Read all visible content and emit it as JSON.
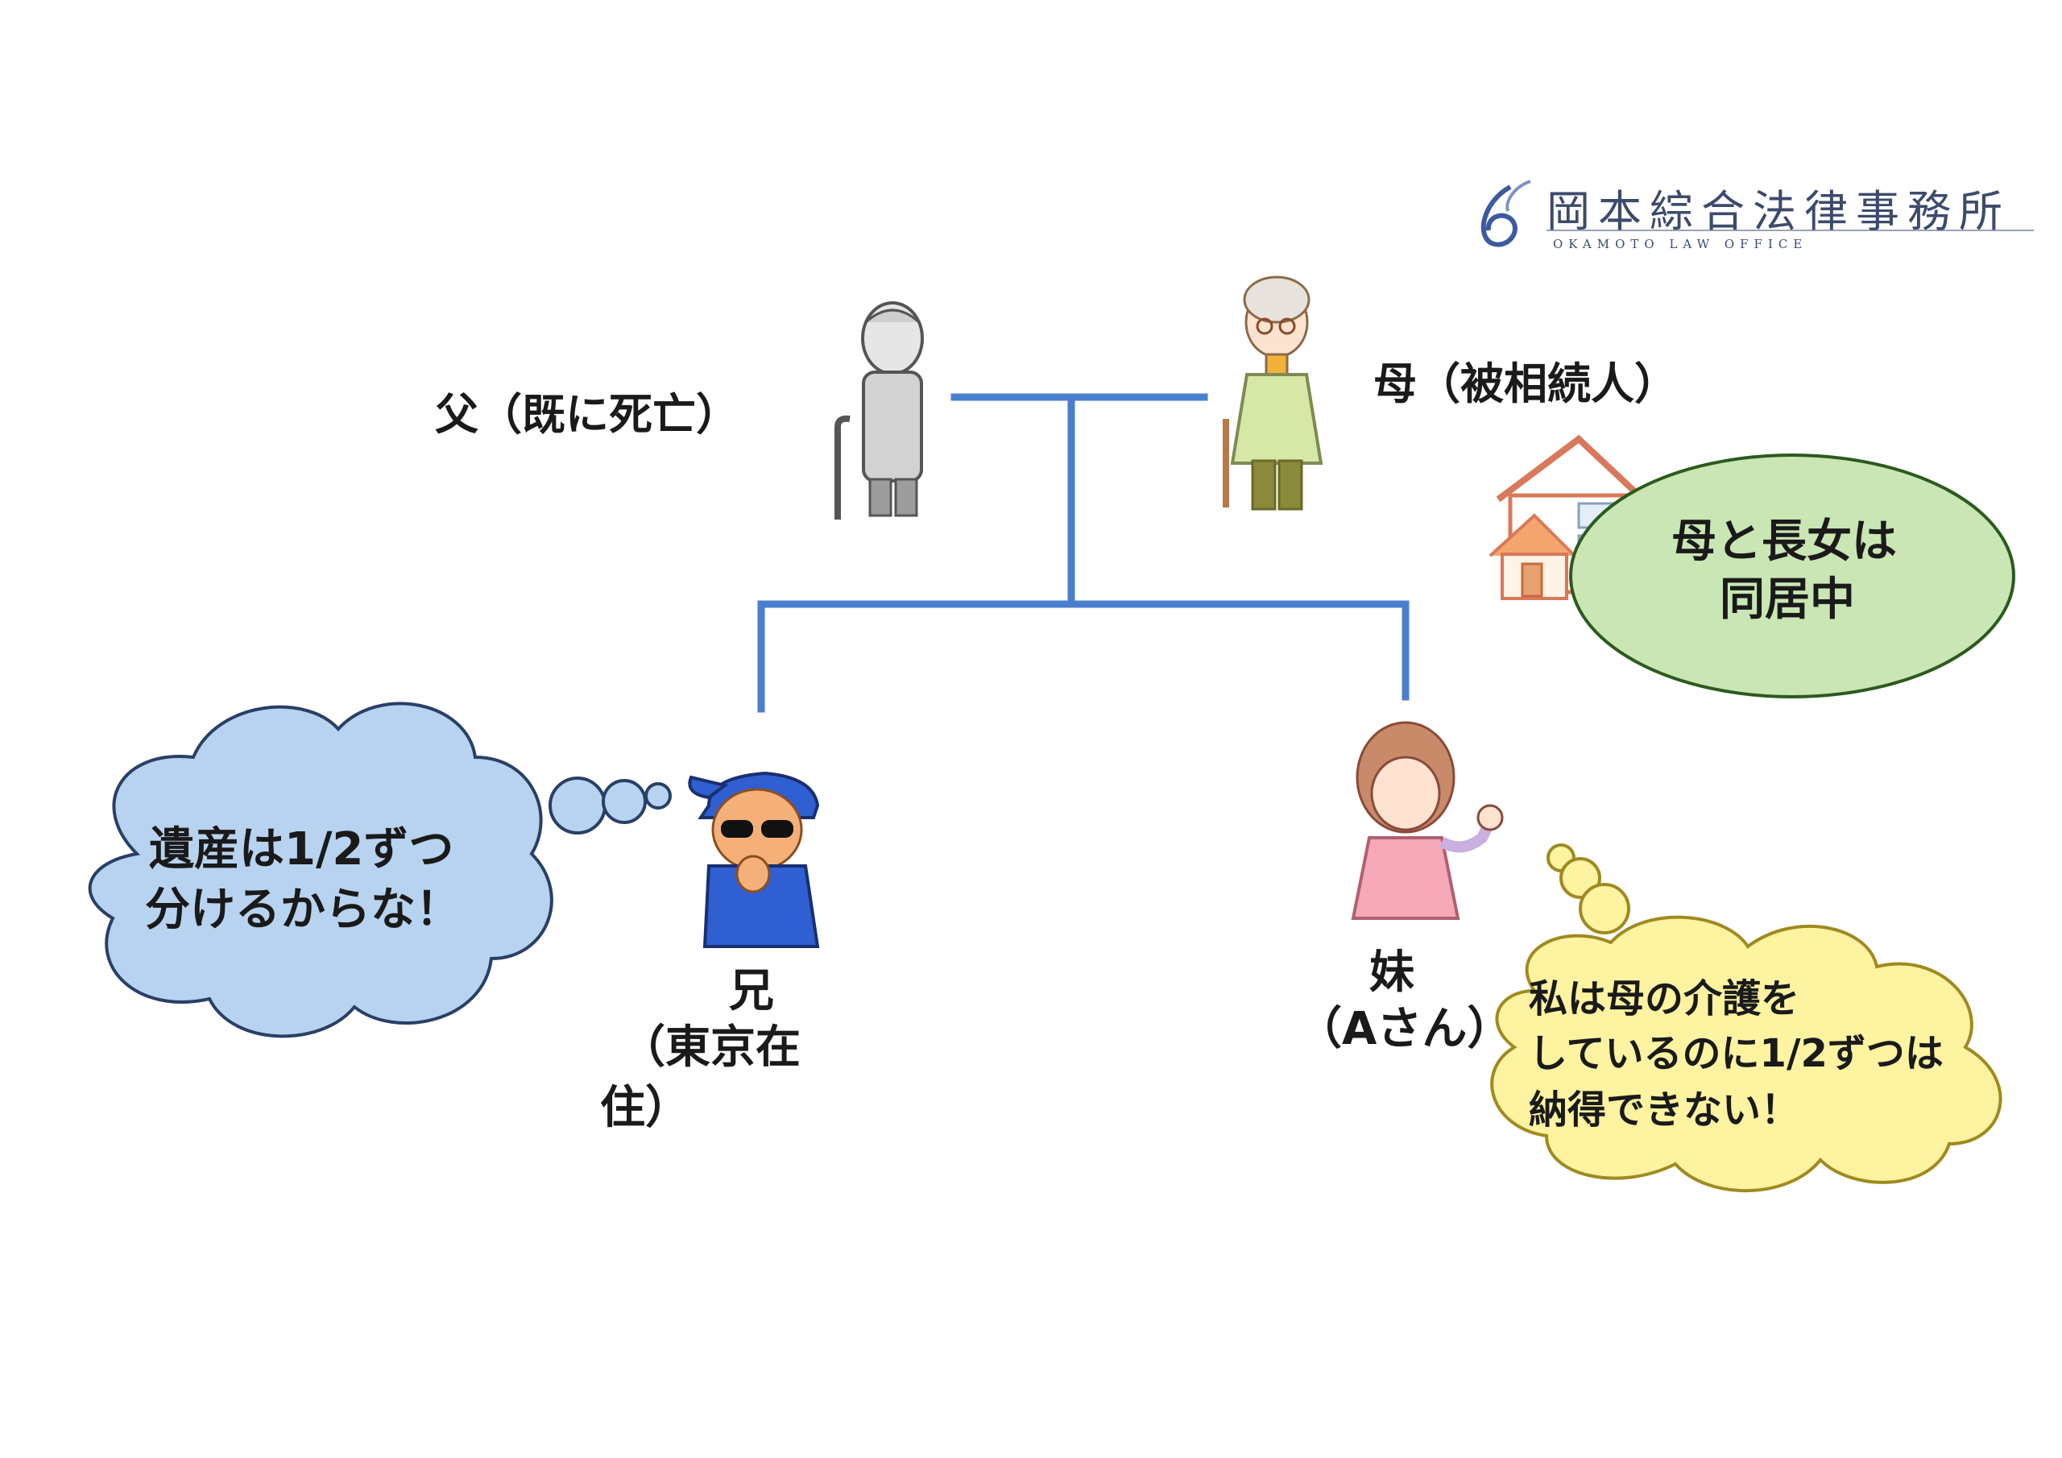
{
  "logo": {
    "name_jp": "岡本綜合法律事務所",
    "name_en": "OKAMOTO LAW OFFICE"
  },
  "people": {
    "father": "父（既に死亡）",
    "mother": "母（被相続人）",
    "brother_line1": "兄",
    "brother_line2": "（東京在",
    "brother_line3": "住）",
    "sister_line1": "妹",
    "sister_line2": "（Aさん）"
  },
  "bubbles": {
    "house": {
      "line1": "母と長女は",
      "line2": "同居中"
    },
    "brother": {
      "line1": "遺産は1/2ずつ",
      "line2": "分けるからな！"
    },
    "sister": {
      "line1": "私は母の介護を",
      "line2": "しているのに1/2ずつは",
      "line3": "納得できない！"
    }
  },
  "colors": {
    "tree_line": "#4a7fcf",
    "house_bubble": "#c9e6b4",
    "brother_bubble": "#b8d3f0",
    "sister_bubble": "#fdf3a0",
    "brother_clothes": "#2f5fd0"
  }
}
